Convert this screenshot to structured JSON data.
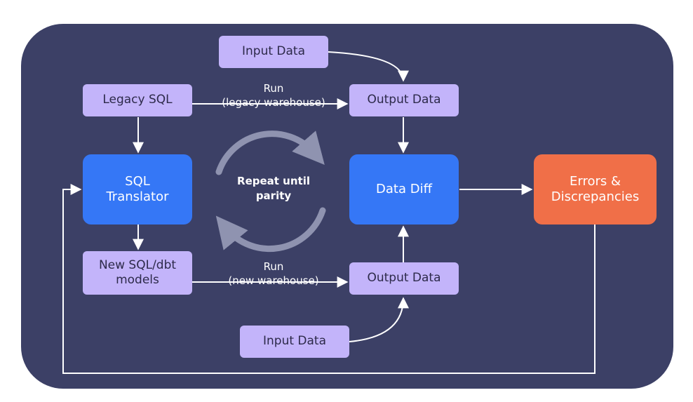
{
  "nodes": {
    "input_top": "Input Data",
    "legacy_sql": "Legacy SQL",
    "output_top": "Output Data",
    "sql_translator": "SQL\nTranslator",
    "data_diff": "Data Diff",
    "errors": "Errors &\nDiscrepancies",
    "new_sql": "New SQL/dbt\nmodels",
    "output_bottom": "Output Data",
    "input_bottom": "Input Data"
  },
  "edges": {
    "run_legacy": "Run\n(legacy warehouse)",
    "run_new": "Run\n(new warehouse)"
  },
  "cycle": {
    "label": "Repeat until\nparity",
    "icon": "refresh-cycle-icon"
  },
  "colors": {
    "panel": "#3c4066",
    "node_light": "#c3b4fa",
    "node_blue": "#3577f6",
    "node_orange": "#f06f48"
  }
}
